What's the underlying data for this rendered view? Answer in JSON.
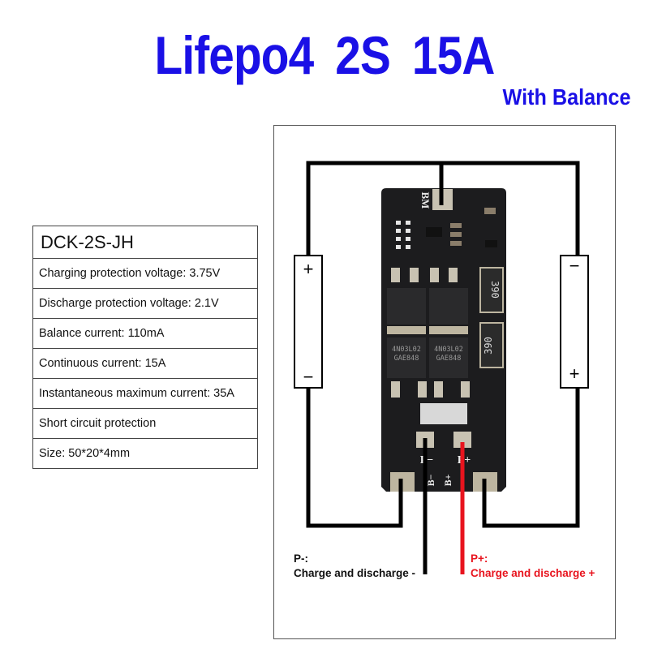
{
  "header": {
    "title": "Lifepo4  2S  15A",
    "subtitle": "With Balance"
  },
  "specs": {
    "model": "DCK-2S-JH",
    "rows": [
      "Charging protection voltage: 3.75V",
      "Discharge protection voltage: 2.1V",
      "Balance current: 110mA",
      "Continuous current: 15A",
      "Instantaneous maximum current: 35A",
      "Short circuit protection",
      "Size:  50*20*4mm"
    ]
  },
  "diagram": {
    "cell_left": {
      "top_terminal": "+",
      "bottom_terminal": "−"
    },
    "cell_right": {
      "top_terminal": "−",
      "bottom_terminal": "+"
    },
    "board": {
      "silkscreen_brand": "BM",
      "mosfet_marking_1": "4N03L02",
      "mosfet_marking_2": "GAE848",
      "resistor_marking": "390",
      "pad_p_minus": "P−",
      "pad_p_plus": "P+",
      "pad_b_minus": "B−",
      "pad_b_plus": "B+"
    },
    "labels": {
      "p_minus_title": "P-:",
      "p_minus_desc": "Charge and discharge -",
      "p_plus_title": "P+:",
      "p_plus_desc": "Charge and discharge +"
    },
    "colors": {
      "wire": "#000000",
      "p_plus_wire": "#e8141e",
      "board": "#1c1c1e",
      "pad": "#bdb5a0",
      "title": "#1a10e6"
    }
  }
}
